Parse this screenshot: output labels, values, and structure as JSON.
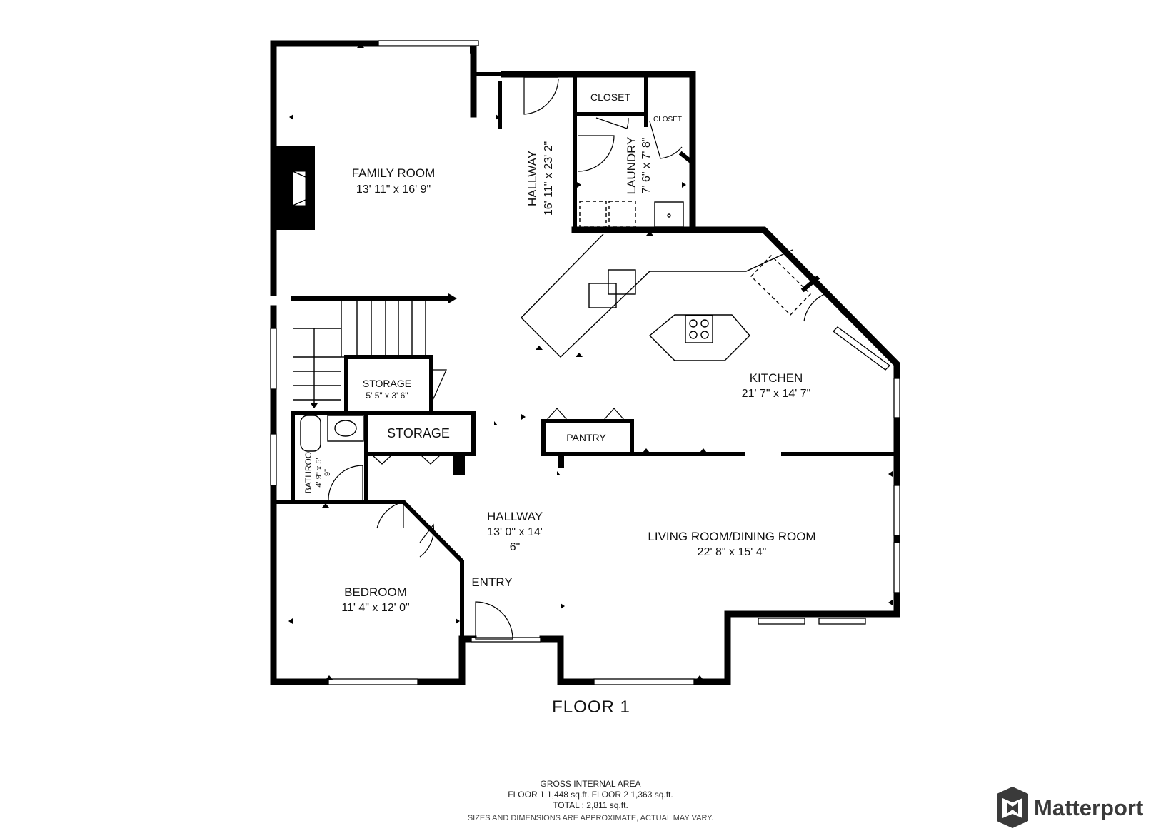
{
  "floor": {
    "name": "FLOOR 1"
  },
  "rooms": {
    "family_room": {
      "name": "FAMILY ROOM",
      "dims": "13' 11\" x 16' 9\""
    },
    "hallway_north": {
      "name": "HALLWAY",
      "dims": "16' 11\" x 23' 2\""
    },
    "closet_1": {
      "name": "CLOSET"
    },
    "closet_2": {
      "name": "CLOSET"
    },
    "laundry": {
      "name": "LAUNDRY",
      "dims": "7' 6\" x 7' 8\""
    },
    "kitchen": {
      "name": "KITCHEN",
      "dims": "21' 7\" x 14' 7\""
    },
    "storage_small": {
      "name": "STORAGE",
      "dims": "5' 5\" x 3' 6\""
    },
    "storage_large": {
      "name": "STORAGE"
    },
    "pantry": {
      "name": "PANTRY"
    },
    "bathroom": {
      "name": "BATHROO",
      "dims_line1": "4' 9\" x 5'",
      "dims_line2": "9\""
    },
    "hallway_main": {
      "name": "HALLWAY",
      "dims_line1": "13' 0\" x 14'",
      "dims_line2": "6\""
    },
    "living_dining": {
      "name": "LIVING ROOM/DINING ROOM",
      "dims": "22' 8\" x 15' 4\""
    },
    "bedroom": {
      "name": "BEDROOM",
      "dims": "11' 4\" x 12' 0\""
    },
    "entry": {
      "name": "ENTRY"
    }
  },
  "area_summary": {
    "heading": "GROSS INTERNAL AREA",
    "floors_line": "FLOOR 1 1,448 sq.ft.   FLOOR 2 1,363 sq.ft.",
    "total_line": "TOTAL :  2,811 sq.ft.",
    "disclaimer": "SIZES AND DIMENSIONS ARE APPROXIMATE, ACTUAL MAY VARY."
  },
  "brand": {
    "name": "Matterport",
    "logo_icon": "matterport-logo-icon"
  }
}
